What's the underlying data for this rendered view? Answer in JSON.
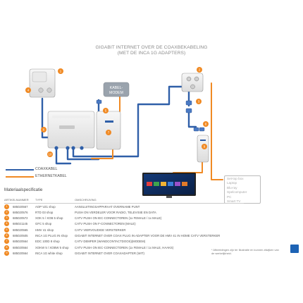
{
  "title_line1": "GIGABIT INTERNET OVER DE COAXBEKABELING",
  "title_line2": "(MET DE INCA 1G ADAPTERS)",
  "modem_label_line1": "KABEL-",
  "modem_label_line2": "MODEM",
  "device_list": [
    "Set-top box",
    "Laptop",
    "Blu-ray",
    "Spelcomputer",
    "PC",
    "Smart TV"
  ],
  "legend": {
    "coax": "COAXKABEL",
    "ethernet": "ETHERNETKABEL",
    "coax_color": "#2f5fa8",
    "ethernet_color": "#f08a24"
  },
  "markers": {
    "m1": "1",
    "m2": "2",
    "m3": "3",
    "m4": "4",
    "m5": "5",
    "m6": "6",
    "m7": "7",
    "m8": "8",
    "m9": "9",
    "m10": "10"
  },
  "materials_title": "Materiaalspecificatie",
  "table_headers": {
    "article": "ARTIKELNUMMER",
    "type": "TYPE",
    "description": "OMSCHRIJVING"
  },
  "rows": [
    {
      "num": "1",
      "article": "685020567",
      "type": "AOP VZ1 shop",
      "description": "AANSLUITINGSAPPARAAT OVERNAME PUNT"
    },
    {
      "num": "2",
      "article": "685020576",
      "type": "RTD 03 shop",
      "description": "PUSH ON VERDELER VOOR RADIO, TELEVISIE EN DATA"
    },
    {
      "num": "3",
      "article": "685020572",
      "type": "XOK 5 / XOB 5 shop",
      "description": "CATV PUSH ON IEC-CONNECTOREN (1x FEMALE / 1x MALE)"
    },
    {
      "num": "4",
      "article": "685021145",
      "type": "GFC 5 shop",
      "description": "CATV PUSH ON F-CONNECTOREN (MALE)"
    },
    {
      "num": "5",
      "article": "685020565",
      "type": "HMV 41 shop",
      "description": "CATV VIERVOUDIGE VERSTERKER"
    },
    {
      "num": "6",
      "article": "685020505",
      "type": "INCA 1G PLUG IN shop",
      "description": "GIGABIT INTERNET OVER COAX PLUG IN ADAPTER VOOR DE HMV 41 IN HOME CATV VERSTERKER"
    },
    {
      "num": "7",
      "article": "685020564",
      "type": "EDC 100D 8 shop",
      "description": "CATV DEMPER (WANDCONTACTDOOS)(MODEM)"
    },
    {
      "num": "8",
      "article": "685020564",
      "type": "XOKW 5 / XOBW 5 shop",
      "description": "CATV PUSH ON IEC-CONNECTOREN (1x FEMALE / 1x MALE, HAAKS)"
    },
    {
      "num": "9",
      "article": "685020564",
      "type": "INCA 1G white shop",
      "description": "GIGABIT INTERNET OVER COAXADAPTER (WIT)"
    }
  ],
  "footnote": "* Afbeeldingen zijn ter illustratie en kunnen afwijken van de werkelijkheid."
}
